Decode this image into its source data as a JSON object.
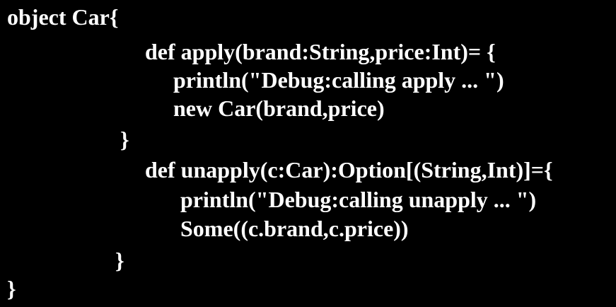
{
  "code": {
    "lines": [
      "object Car{",
      "def apply(brand:String,price:Int)= {",
      "println(\"Debug:calling apply ... \")",
      "new Car(brand,price)",
      "}",
      "def unapply(c:Car):Option[(String,Int)]={",
      "println(\"Debug:calling unapply ... \")",
      "Some((c.brand,c.price))",
      "}",
      "}"
    ]
  },
  "colors": {
    "background": "#000000",
    "text": "#ffffff"
  }
}
